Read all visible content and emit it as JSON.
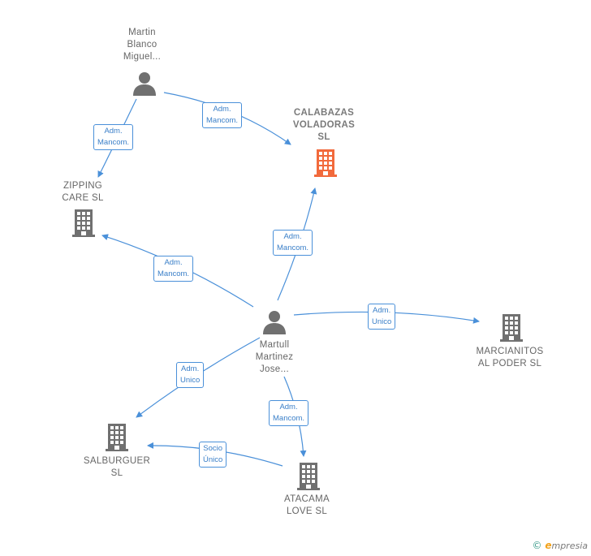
{
  "nodes": {
    "martin_blanco": {
      "lines": [
        "Martin",
        "Blanco",
        "Miguel..."
      ],
      "type": "person"
    },
    "calabazas": {
      "lines": [
        "CALABAZAS",
        "VOLADORAS",
        "SL"
      ],
      "type": "company-highlight"
    },
    "zipping": {
      "lines": [
        "ZIPPING",
        "CARE  SL"
      ],
      "type": "company"
    },
    "martull": {
      "lines": [
        "Martull",
        "Martinez",
        "Jose..."
      ],
      "type": "person"
    },
    "marcianitos": {
      "lines": [
        "MARCIANITOS",
        "AL PODER SL"
      ],
      "type": "company"
    },
    "salburguer": {
      "lines": [
        "SALBURGUER",
        "SL"
      ],
      "type": "company"
    },
    "atacama": {
      "lines": [
        "ATACAMA",
        "LOVE  SL"
      ],
      "type": "company"
    }
  },
  "edges": [
    {
      "id": "e1",
      "lines": [
        "Adm.",
        "Mancom."
      ]
    },
    {
      "id": "e2",
      "lines": [
        "Adm.",
        "Mancom."
      ]
    },
    {
      "id": "e3",
      "lines": [
        "Adm.",
        "Mancom."
      ]
    },
    {
      "id": "e4",
      "lines": [
        "Adm.",
        "Mancom."
      ]
    },
    {
      "id": "e5",
      "lines": [
        "Adm.",
        "Unico"
      ]
    },
    {
      "id": "e6",
      "lines": [
        "Adm.",
        "Unico"
      ]
    },
    {
      "id": "e7",
      "lines": [
        "Adm.",
        "Mancom."
      ]
    },
    {
      "id": "e8",
      "lines": [
        "Socio",
        "Único"
      ]
    }
  ],
  "colors": {
    "edge": "#4a90d9",
    "icon": "#707070",
    "highlight": "#f26a3c"
  },
  "footer": {
    "symbol": "©",
    "brand_initial": "e",
    "brand_rest": "mpresia"
  }
}
